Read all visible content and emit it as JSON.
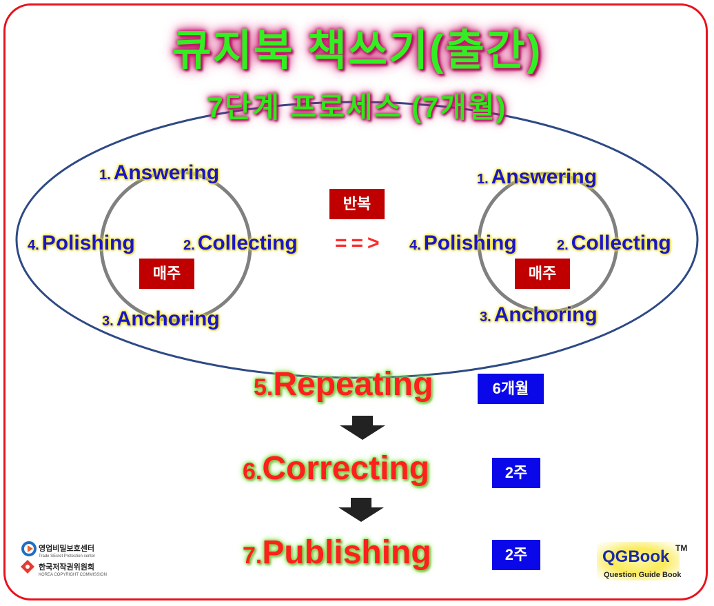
{
  "title": {
    "line1": "큐지북 책쓰기(출간)",
    "line2": "7단계 프로세스 (7개월)"
  },
  "cycle_left": {
    "answering": {
      "num": "1.",
      "label": "Answering"
    },
    "collecting": {
      "num": "2.",
      "label": "Collecting"
    },
    "anchoring": {
      "num": "3.",
      "label": "Anchoring"
    },
    "polishing": {
      "num": "4.",
      "label": "Polishing"
    },
    "badge": "매주"
  },
  "cycle_right": {
    "answering": {
      "num": "1.",
      "label": "Answering"
    },
    "collecting": {
      "num": "2.",
      "label": "Collecting"
    },
    "anchoring": {
      "num": "3.",
      "label": "Anchoring"
    },
    "polishing": {
      "num": "4.",
      "label": "Polishing"
    },
    "badge": "매주"
  },
  "repeat": {
    "badge": "반복",
    "arrow": "==>"
  },
  "steps": {
    "repeating": {
      "num": "5.",
      "label": "Repeating",
      "duration": "6개월"
    },
    "correcting": {
      "num": "6.",
      "label": "Correcting",
      "duration": "2주"
    },
    "publishing": {
      "num": "7.",
      "label": "Publishing",
      "duration": "2주"
    }
  },
  "logos": {
    "trade_secret": {
      "name": "영업비밀보호센터",
      "sub": "Trade SEcret Protection center"
    },
    "copyright": {
      "name": "한국저작권위원회",
      "sub": "KOREA COPYRIGHT COMMISSION"
    }
  },
  "brand": {
    "name": "QGBook",
    "tm": "TM",
    "sub": "Question Guide Book"
  },
  "colors": {
    "border": "#e8121b",
    "ellipse": "#2e4a85",
    "badge_red": "#c00000",
    "badge_blue": "#0a08e8",
    "step_blue": "#1a16c8",
    "step_red": "#ff1f1f",
    "title_green": "#33ee22",
    "title_glow": "#c2186b"
  }
}
